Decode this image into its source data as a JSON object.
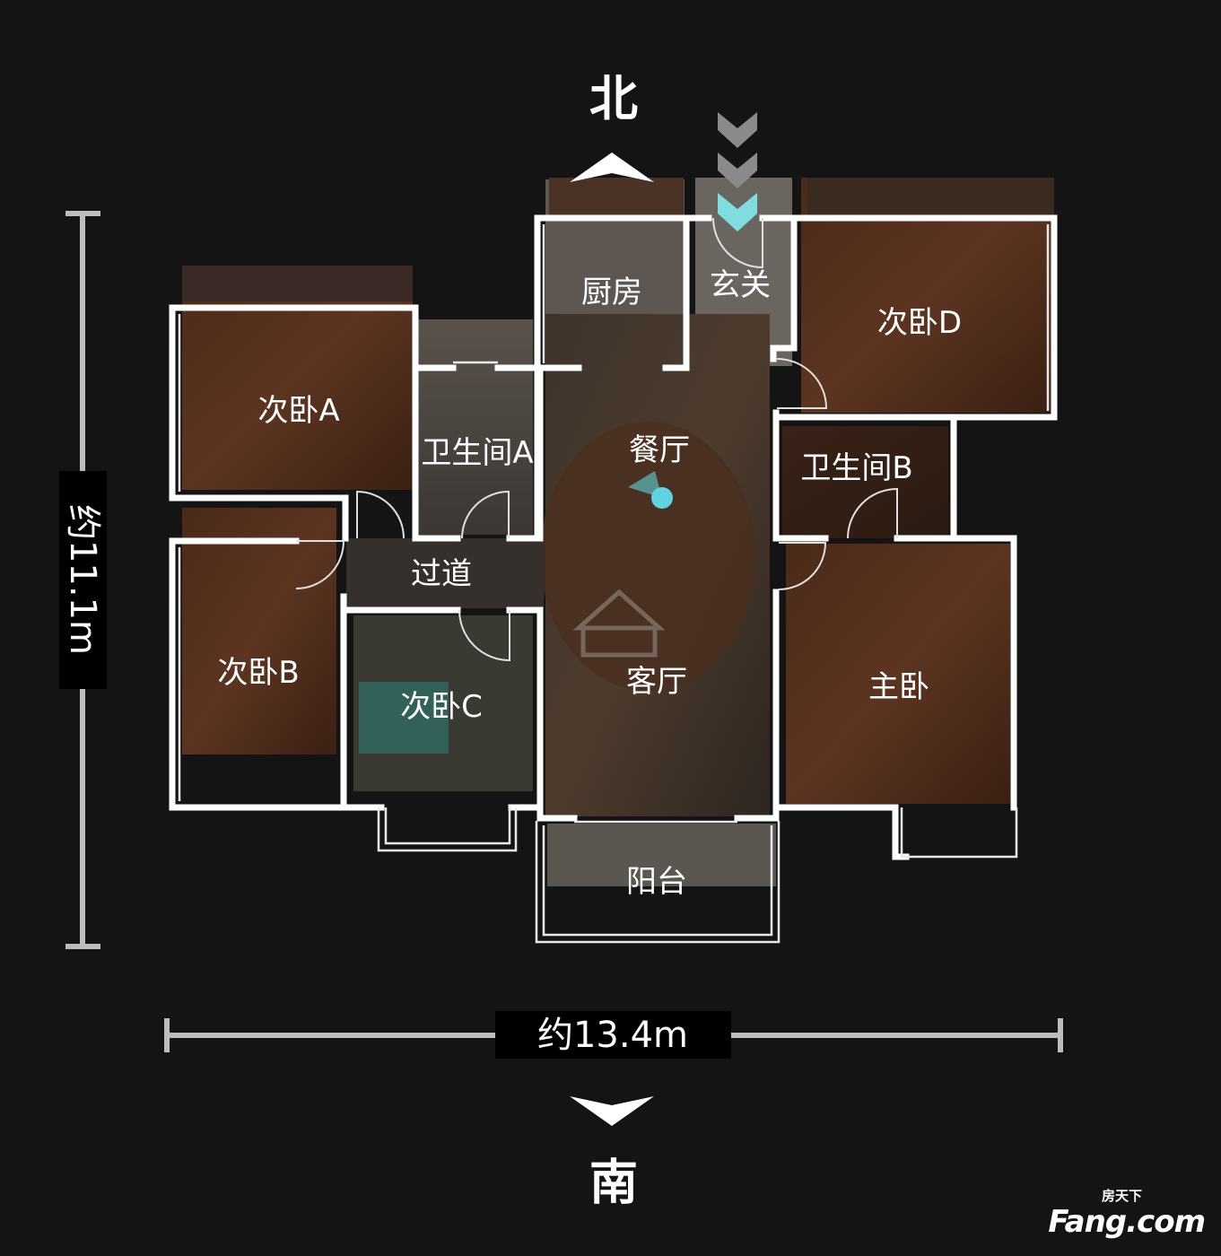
{
  "compass": {
    "north": "北",
    "south": "南"
  },
  "dimensions": {
    "height": "约11.1m",
    "width": "约13.4m"
  },
  "rooms": {
    "bedroom_a": "次卧A",
    "bedroom_b": "次卧B",
    "bedroom_c": "次卧C",
    "bedroom_d": "次卧D",
    "bathroom_a": "卫生间A",
    "bathroom_b": "卫生间B",
    "kitchen": "厨房",
    "entrance": "玄关",
    "dining": "餐厅",
    "living": "客厅",
    "master": "主卧",
    "corridor": "过道",
    "balcony": "阳台"
  },
  "watermark": {
    "brand_small": "房天下",
    "brand_big": "Fang.com"
  },
  "colors": {
    "background": "#141414",
    "wall": "#ffffff",
    "entry_marker": "#7fdde0",
    "position_marker": "#5fd3e0"
  }
}
